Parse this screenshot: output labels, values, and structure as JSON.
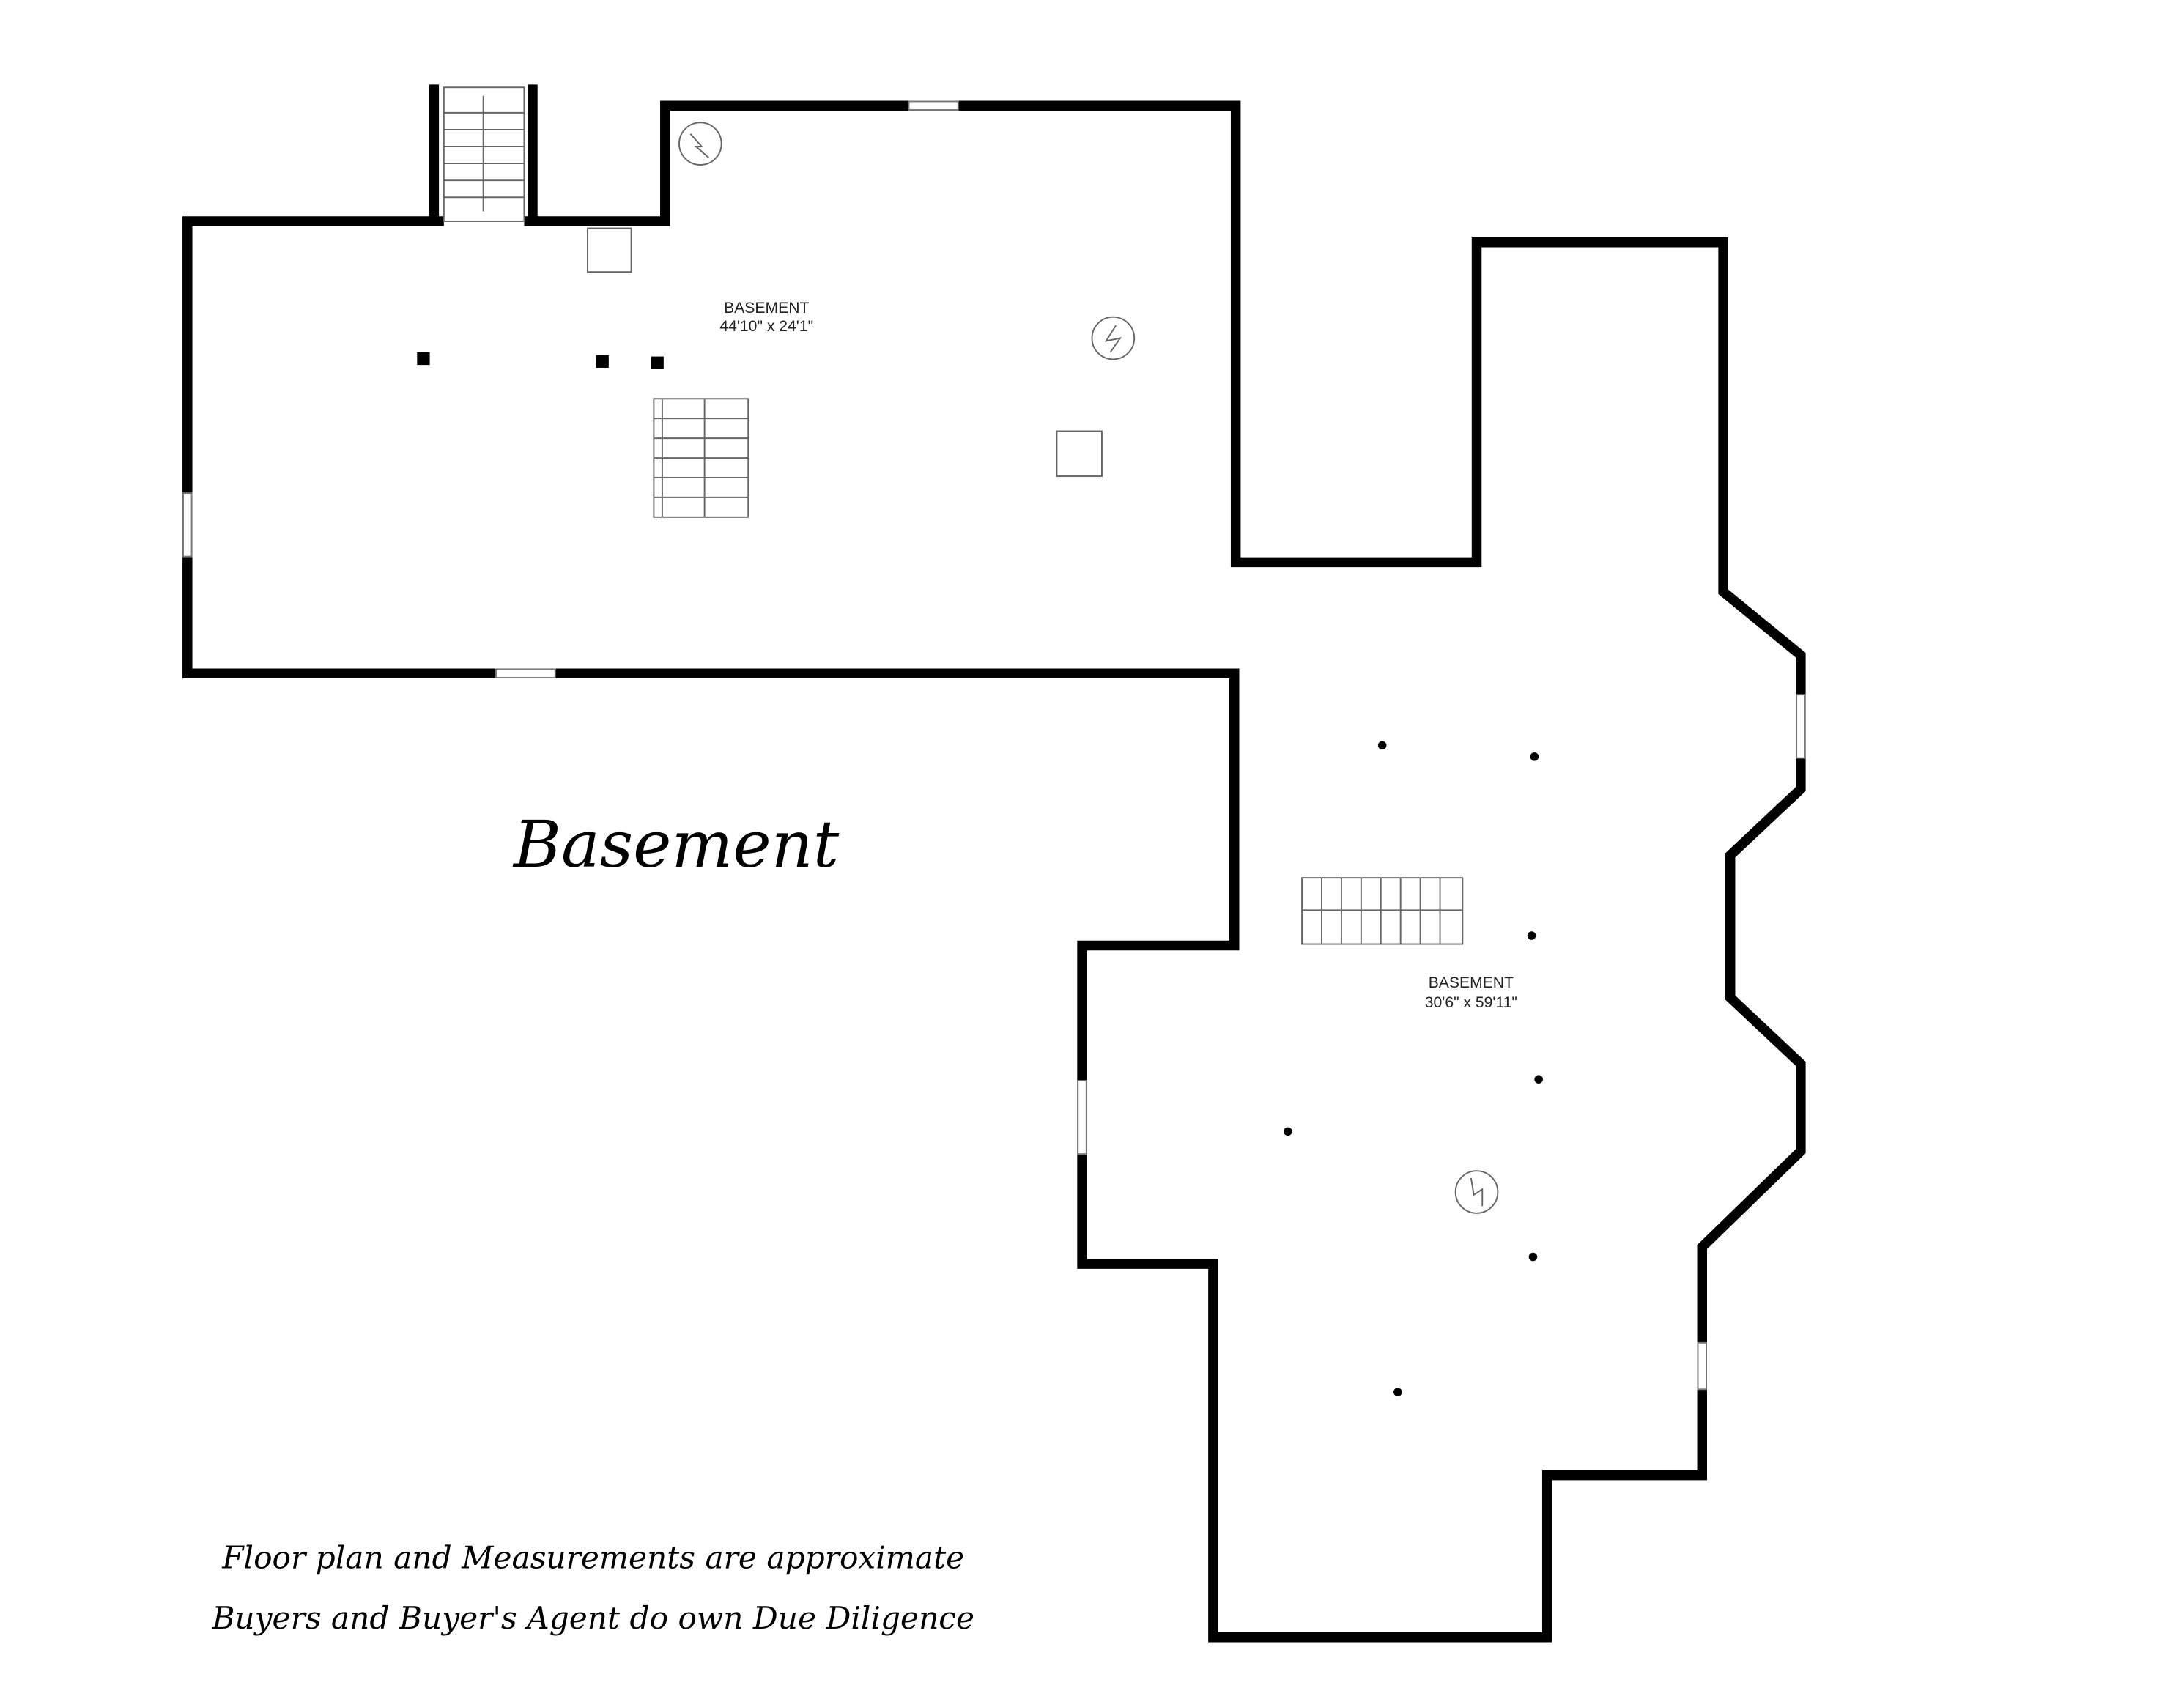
{
  "floor_title": "Basement",
  "rooms": [
    {
      "name": "BASEMENT",
      "dimensions": "44'10\" x 24'1\""
    },
    {
      "name": "BASEMENT",
      "dimensions": "30'6\" x 59'11\""
    }
  ],
  "disclaimer": {
    "line1": "Floor plan and Measurements are approximate",
    "line2": "Buyers and Buyer's Agent do own Due Diligence"
  }
}
